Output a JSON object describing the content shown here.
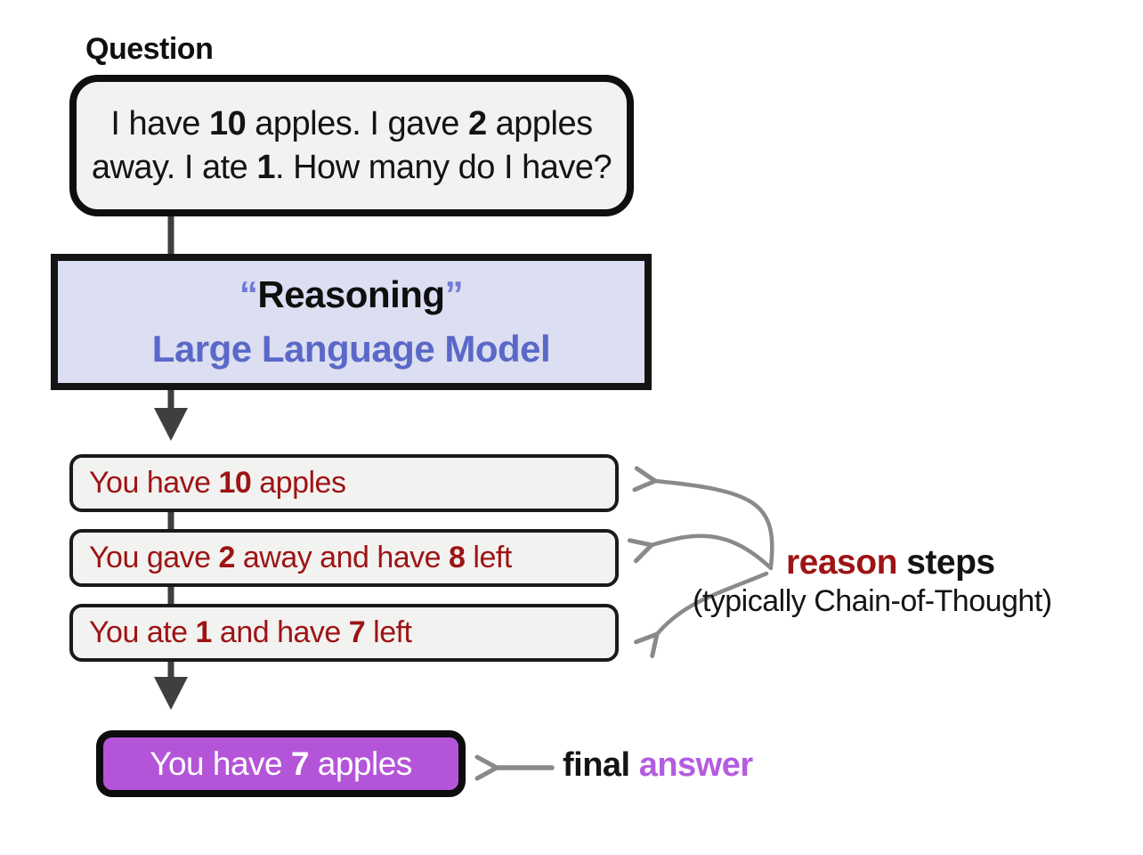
{
  "colors": {
    "background": "#ffffff",
    "box_fill_gray": "#f2f2f1",
    "box_fill_lavender": "#dcdef1",
    "box_fill_purple": "#b455d9",
    "border_black": "#0f0f0f",
    "flow_arrow_gray": "#3f3f3f",
    "curved_arrow_gray": "#8a8a8a",
    "accent_red": "#9d1414",
    "accent_blue": "#5a68c8",
    "quote_blue": "#707ad8",
    "answer_purple": "#b45ce0"
  },
  "question": {
    "label": "Question",
    "line1": [
      {
        "t": "I have "
      },
      {
        "t": "10",
        "b": true
      },
      {
        "t": " apples. I gave "
      },
      {
        "t": "2",
        "b": true
      },
      {
        "t": " apples"
      }
    ],
    "line2": [
      {
        "t": "away. I ate "
      },
      {
        "t": "1",
        "b": true
      },
      {
        "t": ". How many do I have?"
      }
    ]
  },
  "reasoning": {
    "title": [
      {
        "t": "“",
        "b": true,
        "c": "#707ad8"
      },
      {
        "t": "Reasoning",
        "b": true
      },
      {
        "t": "”",
        "b": true,
        "c": "#707ad8"
      }
    ],
    "subtitle": "Large Language Model"
  },
  "steps": [
    {
      "text": [
        {
          "t": "You have "
        },
        {
          "t": "10",
          "b": true
        },
        {
          "t": " apples"
        }
      ]
    },
    {
      "text": [
        {
          "t": "You gave "
        },
        {
          "t": "2",
          "b": true
        },
        {
          "t": " away and have "
        },
        {
          "t": "8",
          "b": true
        },
        {
          "t": " left"
        }
      ]
    },
    {
      "text": [
        {
          "t": "You ate "
        },
        {
          "t": "1",
          "b": true
        },
        {
          "t": " and have "
        },
        {
          "t": "7",
          "b": true
        },
        {
          "t": " left"
        }
      ]
    }
  ],
  "reason_annotation": {
    "title": [
      {
        "t": "reason",
        "c": "#9d1414"
      },
      {
        "t": " steps"
      }
    ],
    "subtitle": "(typically Chain-of-Thought)"
  },
  "final": {
    "box": [
      {
        "t": "You have "
      },
      {
        "t": "7",
        "b": true
      },
      {
        "t": " apples"
      }
    ],
    "label": [
      {
        "t": "final "
      },
      {
        "t": "answer",
        "c": "#b45ce0"
      }
    ]
  }
}
